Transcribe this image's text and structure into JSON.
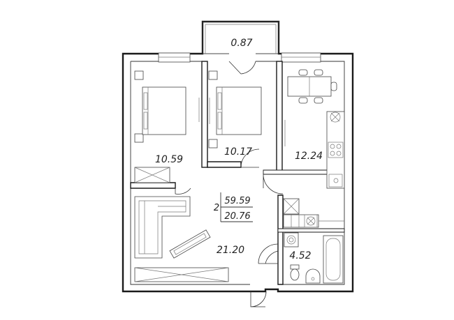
{
  "plan": {
    "rooms_count": "2",
    "total_area": "59.59",
    "living_area": "20.76",
    "rooms": {
      "balcony": "0.87",
      "bedroom_left": "10.59",
      "bedroom_middle": "10.17",
      "kitchen": "12.24",
      "living_room": "21.20",
      "bathroom": "4.52"
    }
  }
}
